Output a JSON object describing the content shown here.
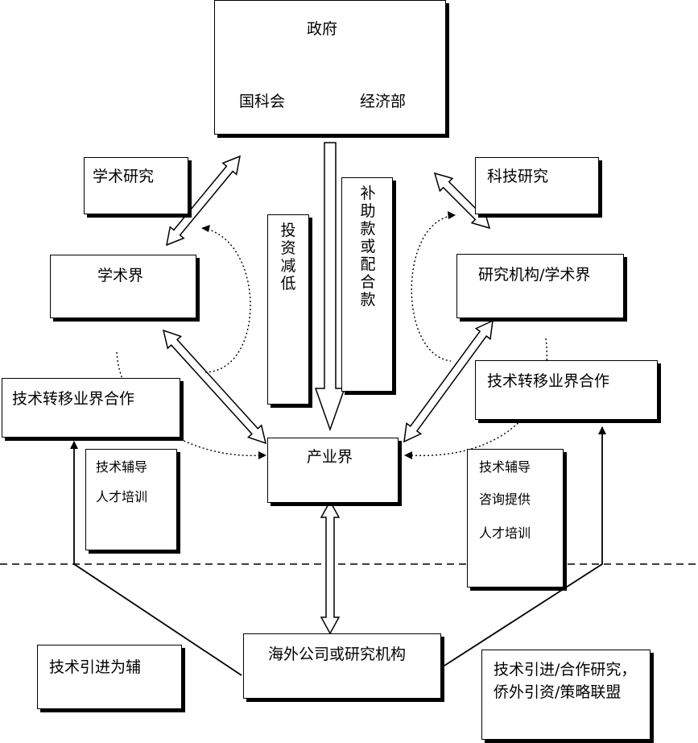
{
  "government": {
    "title": "政府",
    "left": "国科会",
    "right": "经济部"
  },
  "left_research": "学术研究",
  "left_academia": "学术界",
  "right_research": "科技研究",
  "right_institute": "研究机构/学术界",
  "invest_label": "投资减低",
  "subsidy_label": "补助款或配合款",
  "left_transfer": "技术转移业界合作",
  "right_transfer": "技术转移业界合作",
  "industry": "产业界",
  "left_support": {
    "line1": "技术辅导",
    "line2": "人才培训"
  },
  "right_support": {
    "line1": "技术辅导",
    "line2": "咨询提供",
    "line3": "人才培训"
  },
  "overseas": "海外公司或研究机构",
  "left_import": "技术引进为辅",
  "right_import": "技术引进/合作研究，侨外引资/策略联盟"
}
